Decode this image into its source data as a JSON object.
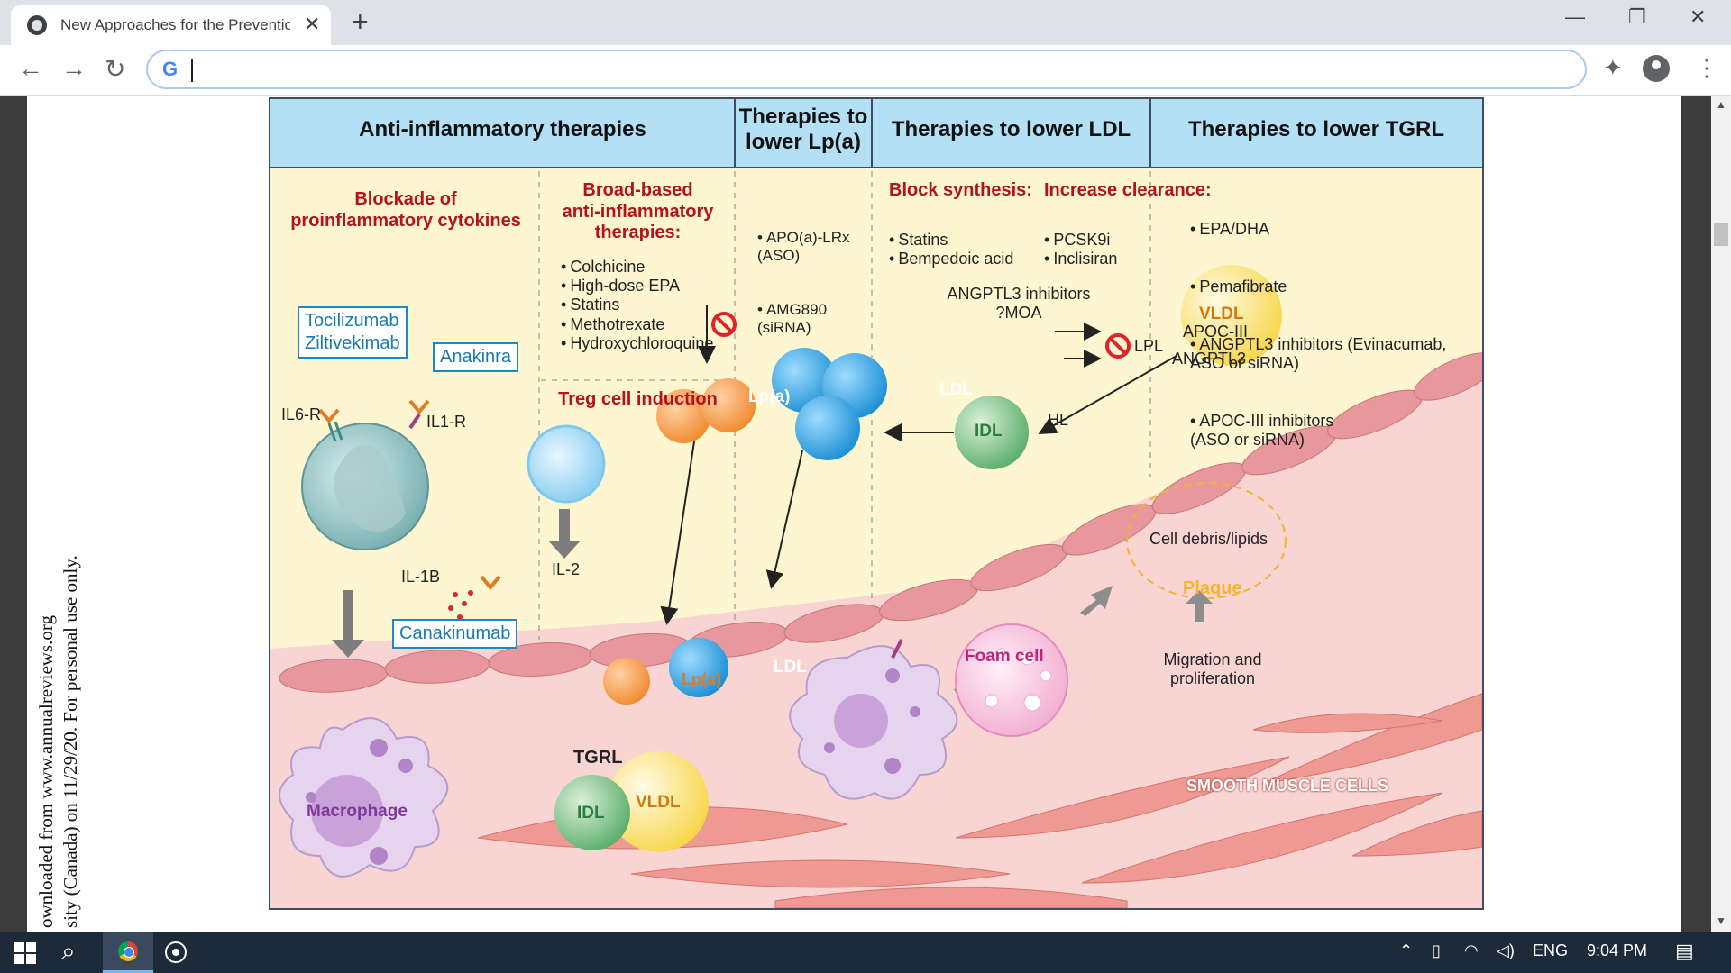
{
  "browser": {
    "tab_title": "New Approaches for the Prevention",
    "close_glyph": "✕",
    "new_tab_glyph": "+",
    "window_controls": {
      "minimize": "—",
      "restore": "❐",
      "close": "✕"
    },
    "address_value": "",
    "nav": {
      "back": "←",
      "forward": "→",
      "reload": "↻"
    },
    "extensions_glyph": "✦",
    "menu_glyph": "⋮",
    "g_logo": "G"
  },
  "page": {
    "side_text": "ownloaded from www.annualreviews.org\nsity (Canada) on 11/29/20. For personal use only."
  },
  "figure": {
    "headers": {
      "anti": "Anti-inflammatory therapies",
      "lpa": "Therapies to\nlower Lp(a)",
      "ldl": "Therapies to lower LDL",
      "tgrl": "Therapies to lower TGRL"
    },
    "anti": {
      "blockade_title": "Blockade of\nproinflammatory cytokines",
      "broad_title": "Broad-based\nanti-inflammatory\ntherapies:",
      "broad_items": [
        "Colchicine",
        "High-dose EPA",
        "Statins",
        "Methotrexate",
        "Hydroxychloroquine"
      ],
      "treg_title": "Treg cell induction",
      "il2": "IL-2",
      "box_tz": "Tocilizumab\nZiltivekimab",
      "box_anakinra": "Anakinra",
      "box_canakinumab": "Canakinumab",
      "il6r": "IL6-R",
      "il1r": "IL1-R",
      "il1b": "IL-1B"
    },
    "lpa": {
      "items": [
        "APO(a)-LRx\n(ASO)",
        "AMG890\n(siRNA)"
      ],
      "particle": "Lp(a)",
      "particle_low": "Lp(a)"
    },
    "ldl": {
      "block_title": "Block\nsynthesis:",
      "block_items": [
        "Statins",
        "Bempedoic acid"
      ],
      "clear_title": "Increase\nclearance:",
      "clear_items": [
        "PCSK9i",
        "Inclisiran"
      ],
      "angptl3": "ANGPTL3 inhibitors\n?MOA",
      "hl": "HL",
      "cluster": "LDL",
      "particle_low": "LDL"
    },
    "tgrl": {
      "items": [
        "EPA/DHA",
        "Pemafibrate",
        "ANGPTL3 inhibitors (Evinacumab,\nASO or siRNA)",
        "APOC-III inhibitors\n(ASO or siRNA)"
      ],
      "apoc3": "APOC-III",
      "angptl3": "ANGPTL3",
      "lpl": "LPL",
      "vldl": "VLDL",
      "idl": "IDL"
    },
    "lower": {
      "macrophage": "Macrophage",
      "tgrl": "TGRL",
      "idl": "IDL",
      "vldl": "VLDL",
      "foam_cell": "Foam cell",
      "cell_debris": "Cell debris/lipids",
      "plaque": "Plaque",
      "migration": "Migration and\nproliferation",
      "smooth_muscle": "SMOOTH MUSCLE CELLS"
    }
  },
  "taskbar": {
    "search_glyph": "⌕",
    "tray_up": "⌃",
    "language": "ENG",
    "time": "9:04 PM",
    "notification_glyph": "▤"
  },
  "colors": {
    "header_blue": "#b3e0f5",
    "panel_yellow": "#fdf6d0",
    "vessel_pink": "#f8d5d3",
    "therapy_red": "#b5121b",
    "box_blue": "#1a8ac7",
    "taskbar": "#1c2a3a"
  }
}
